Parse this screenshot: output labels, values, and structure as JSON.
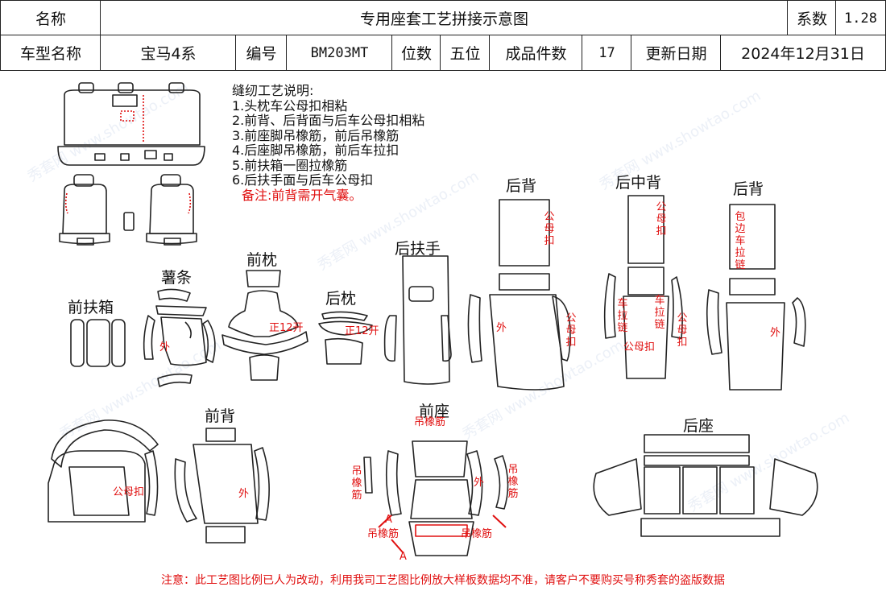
{
  "header": {
    "name_label": "名称",
    "title": "专用座套工艺拼接示意图",
    "coef_label": "系数",
    "coef_value": "1.28",
    "model_label": "车型名称",
    "model_value": "宝马4系",
    "code_label": "编号",
    "code_value": "BM203MT",
    "seats_label": "位数",
    "seats_value": "五位",
    "pieces_label": "成品件数",
    "pieces_value": "17",
    "date_label": "更新日期",
    "date_value": "2024年12月31日"
  },
  "notes": {
    "title": "缝纫工艺说明:",
    "items": [
      "1.头枕车公母扣相粘",
      "2.前背、后背面与后车公母扣相粘",
      "3.前座脚吊橡筋，前后吊橡筋",
      "4.后座脚吊橡筋，前后车拉扣",
      "5.前扶箱一圈拉橡筋",
      "6.后扶手面与后车公母扣"
    ],
    "remark": "备注:前背需开气囊。"
  },
  "part_labels": {
    "front_armbox": "前扶箱",
    "strip": "薯条",
    "front_pillow": "前枕",
    "rear_pillow": "后枕",
    "rear_armrest": "后扶手",
    "rear_back_left": "后背",
    "rear_mid_back": "后中背",
    "rear_back_right": "后背",
    "front_back": "前背",
    "front_seat": "前座",
    "rear_seat": "后座"
  },
  "annotations": {
    "wai": "外",
    "gongmukou": "公母扣",
    "zheng_kai": "正12开",
    "che_la_lian": "车拉链",
    "bao_bian_che_la_lian": "包边车拉链",
    "diao_xiangjin": "吊橡筋",
    "marker_a": "A"
  },
  "footer": {
    "notice": "注意：此工艺图比例已人为改动，利用我司工艺图比例放大样板数据均不准，请客户不要购买号称秀套的盗版数据"
  },
  "watermark": {
    "text": "秀套网 www.showtao.com"
  },
  "colors": {
    "annotation_red": "#e01010",
    "line": "#222222",
    "watermark": "#c9d6ea"
  }
}
